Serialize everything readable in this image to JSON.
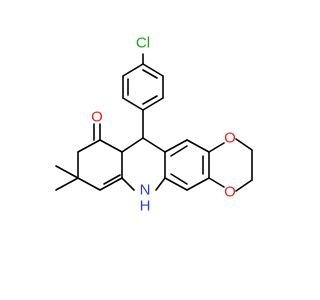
{
  "molecule": {
    "atoms": {
      "cl": {
        "label": "Cl",
        "color": "#1aa31a"
      },
      "carbonyl_o": {
        "label": "O",
        "color": "#e8241b"
      },
      "ether_o_top": {
        "label": "O",
        "color": "#e8241b"
      },
      "ether_o_bottom": {
        "label": "O",
        "color": "#e8241b"
      },
      "nh_n": {
        "label": "N",
        "color": "#2b3fd6"
      },
      "nh_h": {
        "label": "H",
        "color": "#2b3fd6"
      }
    },
    "bond_color": "#000000"
  }
}
